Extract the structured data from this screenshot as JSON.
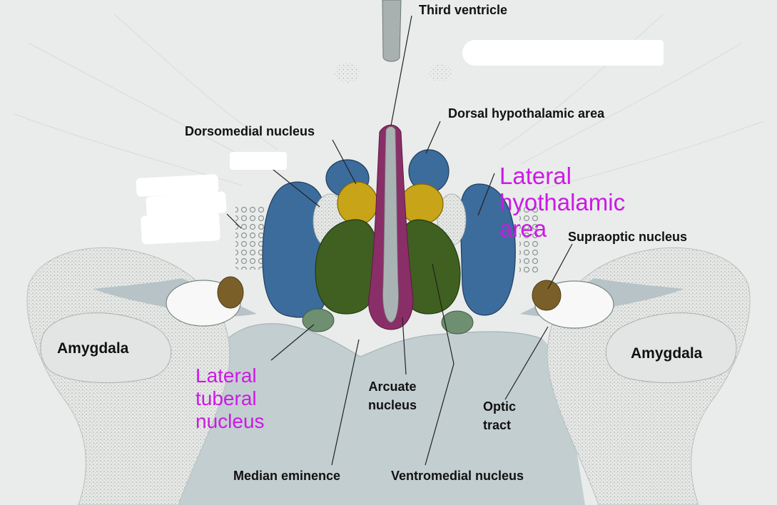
{
  "labels": {
    "third_ventricle": "Third ventricle",
    "dorsal_hypothalamic_area": "Dorsal hypothalamic area",
    "dorsomedial_nucleus": "Dorsomedial nucleus",
    "lateral_hypothalamic_area": [
      "Lateral",
      "hyothalamic",
      "area"
    ],
    "supraoptic_nucleus": "Supraoptic nucleus",
    "amygdala_left": "Amygdala",
    "amygdala_right": "Amygdala",
    "lateral_tuberal_nucleus": [
      "Lateral",
      "tuberal",
      "nucleus"
    ],
    "arcuate_nucleus": [
      "Arcuate",
      "nucleus"
    ],
    "optic_tract": [
      "Optic",
      "tract"
    ],
    "median_eminence": "Median eminence",
    "ventromedial_nucleus": "Ventromedial nucleus"
  },
  "colors": {
    "background": "#e9ecea",
    "median_eminence": "#c3ced1",
    "blue_nuclei": "#3c6c9c",
    "yellow_nuclei": "#c8a418",
    "green_nuclei": "#3f6020",
    "small_green_nuclei": "#6e8f70",
    "supraoptic": "#7a6028",
    "ventricle_wall": "#8a2e68",
    "magenta_labels": "#cc19e6",
    "redaction": "#ffffff"
  }
}
